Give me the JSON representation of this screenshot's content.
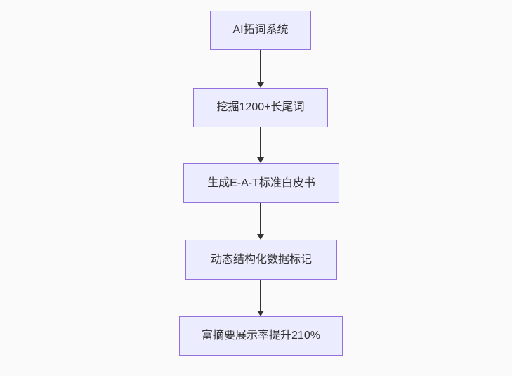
{
  "diagram": {
    "type": "flowchart",
    "direction": "top-down",
    "nodes": [
      {
        "id": "step-1",
        "label": "AI拓词系统"
      },
      {
        "id": "step-2",
        "label": "挖掘1200+长尾词"
      },
      {
        "id": "step-3",
        "label": "生成E-A-T标准白皮书"
      },
      {
        "id": "step-4",
        "label": "动态结构化数据标记"
      },
      {
        "id": "step-5",
        "label": "富摘要展示率提升210%"
      }
    ],
    "edges": [
      {
        "from": 0,
        "to": 1
      },
      {
        "from": 1,
        "to": 2
      },
      {
        "from": 2,
        "to": 3
      },
      {
        "from": 3,
        "to": 4
      }
    ],
    "colors": {
      "background": "#fafafa",
      "node_fill": "#ECECFF",
      "node_border": "#9370DB",
      "text": "#333333",
      "arrow": "#333333"
    }
  }
}
